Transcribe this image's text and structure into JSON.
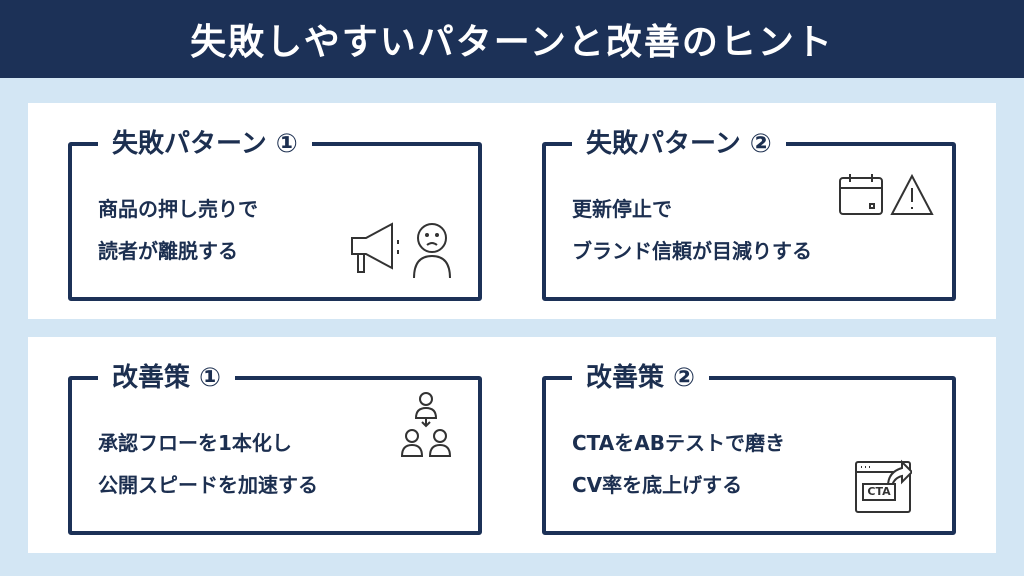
{
  "title": "失敗しやすいパターンと改善のヒント",
  "cards": [
    {
      "label": "失敗パターン ①",
      "lines": [
        "商品の押し売りで",
        "読者が離脱する"
      ]
    },
    {
      "label": "失敗パターン ②",
      "lines": [
        "更新停止で",
        "ブランド信頼が目減りする"
      ]
    },
    {
      "label": "改善策 ①",
      "lines": [
        "承認フローを1本化し",
        "公開スピードを加速する"
      ]
    },
    {
      "label": "改善策 ②",
      "lines": [
        "CTAをABテストで磨き",
        "CV率を底上げする"
      ]
    }
  ],
  "cta_icon_text": "CTA"
}
